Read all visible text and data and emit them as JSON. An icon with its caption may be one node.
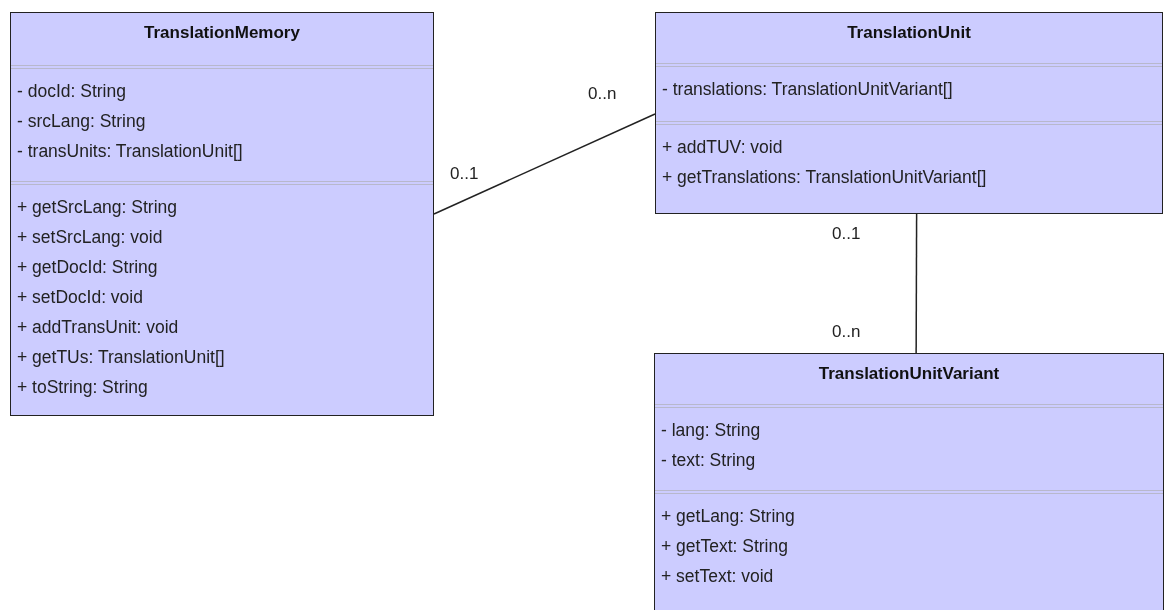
{
  "diagram": {
    "nodes": [
      {
        "text": [
          "TranslationMemory"
        ]
      },
      {
        "text": [
          "- docId: String",
          "- srcLang: String",
          "- transUnits: TranslationUnit[]"
        ],
        "in": 0
      },
      {
        "text": [
          "+ getSrcLang: String",
          "+ setSrcLang: void",
          "+ getDocId: String",
          "+ setDocId: void",
          "+ addTransUnit: void",
          "+ getTUs: TranslationUnit[]",
          "+ toString: String"
        ],
        "in": 0
      },
      {
        "text": [
          "TranslationUnit"
        ]
      },
      {
        "text": [
          "- translations: TranslationUnitVariant[]"
        ],
        "in": 3
      },
      {
        "text": [
          "+ addTUV: void",
          "+ getTranslations: TranslationUnitVariant[]"
        ],
        "in": 3
      },
      {
        "text": [
          "TranslationUnitVariant"
        ]
      },
      {
        "text": [
          "- lang: String",
          "- text: String"
        ],
        "in": 6
      },
      {
        "text": [
          "+ getLang: String",
          "+ getText: String",
          "+ setText: void"
        ],
        "in": 6
      }
    ],
    "edges": [
      {
        "from": 0,
        "to": 3,
        "arrow": "none"
      },
      {
        "from": 3,
        "to": 6,
        "arrow": "none"
      }
    ],
    "labels": [
      "0..n",
      "0..1",
      "0..1",
      "0..n"
    ]
  }
}
